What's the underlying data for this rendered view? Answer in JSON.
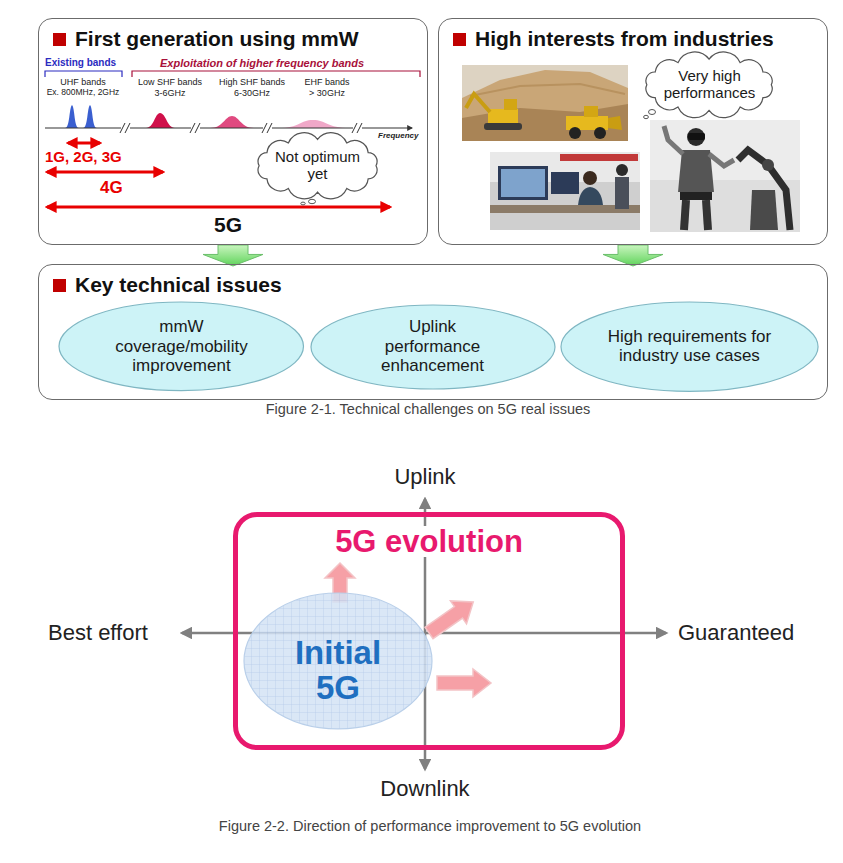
{
  "diagram": {
    "caption": "Figure 2-1. Technical challenges on 5G real issues",
    "nodes": [
      {
        "text": [
          "First generation using mmW"
        ]
      },
      {
        "text": [
          "Not optimum yet"
        ],
        "in": 0
      },
      {
        "text": [
          "High interests from industries"
        ]
      },
      {
        "text": [
          "Very high performances"
        ],
        "in": 2
      },
      {
        "text": [
          "Key technical issues"
        ]
      },
      {
        "text": [
          "mmW coverage/mobility improvement"
        ],
        "in": 4
      },
      {
        "text": [
          "Uplink performance enhancement"
        ],
        "in": 4
      },
      {
        "text": [
          "High requirements for industry use cases"
        ],
        "in": 4
      },
      {
        "text": [
          "5G evolution"
        ]
      },
      {
        "text": [
          "Initial 5G"
        ],
        "in": 8
      }
    ],
    "edges": [
      {
        "from": 0,
        "to": 4,
        "arrow": "to"
      },
      {
        "from": 2,
        "to": 4,
        "arrow": "to"
      }
    ],
    "labels": [
      "Existing bands",
      "Exploitation of higher frequency bands",
      "UHF bands",
      "Ex. 800MHz, 2GHz",
      "Low SHF bands",
      "3-6GHz",
      "High SHF bands",
      "6-30GHz",
      "EHF bands",
      "> 30GHz",
      "Frequency",
      "1G, 2G, 3G",
      "4G",
      "5G",
      "Uplink",
      "Best effort",
      "Guaranteed",
      "Downlink",
      "Figure 2-2. Direction of performance improvement to 5G evolution"
    ]
  }
}
